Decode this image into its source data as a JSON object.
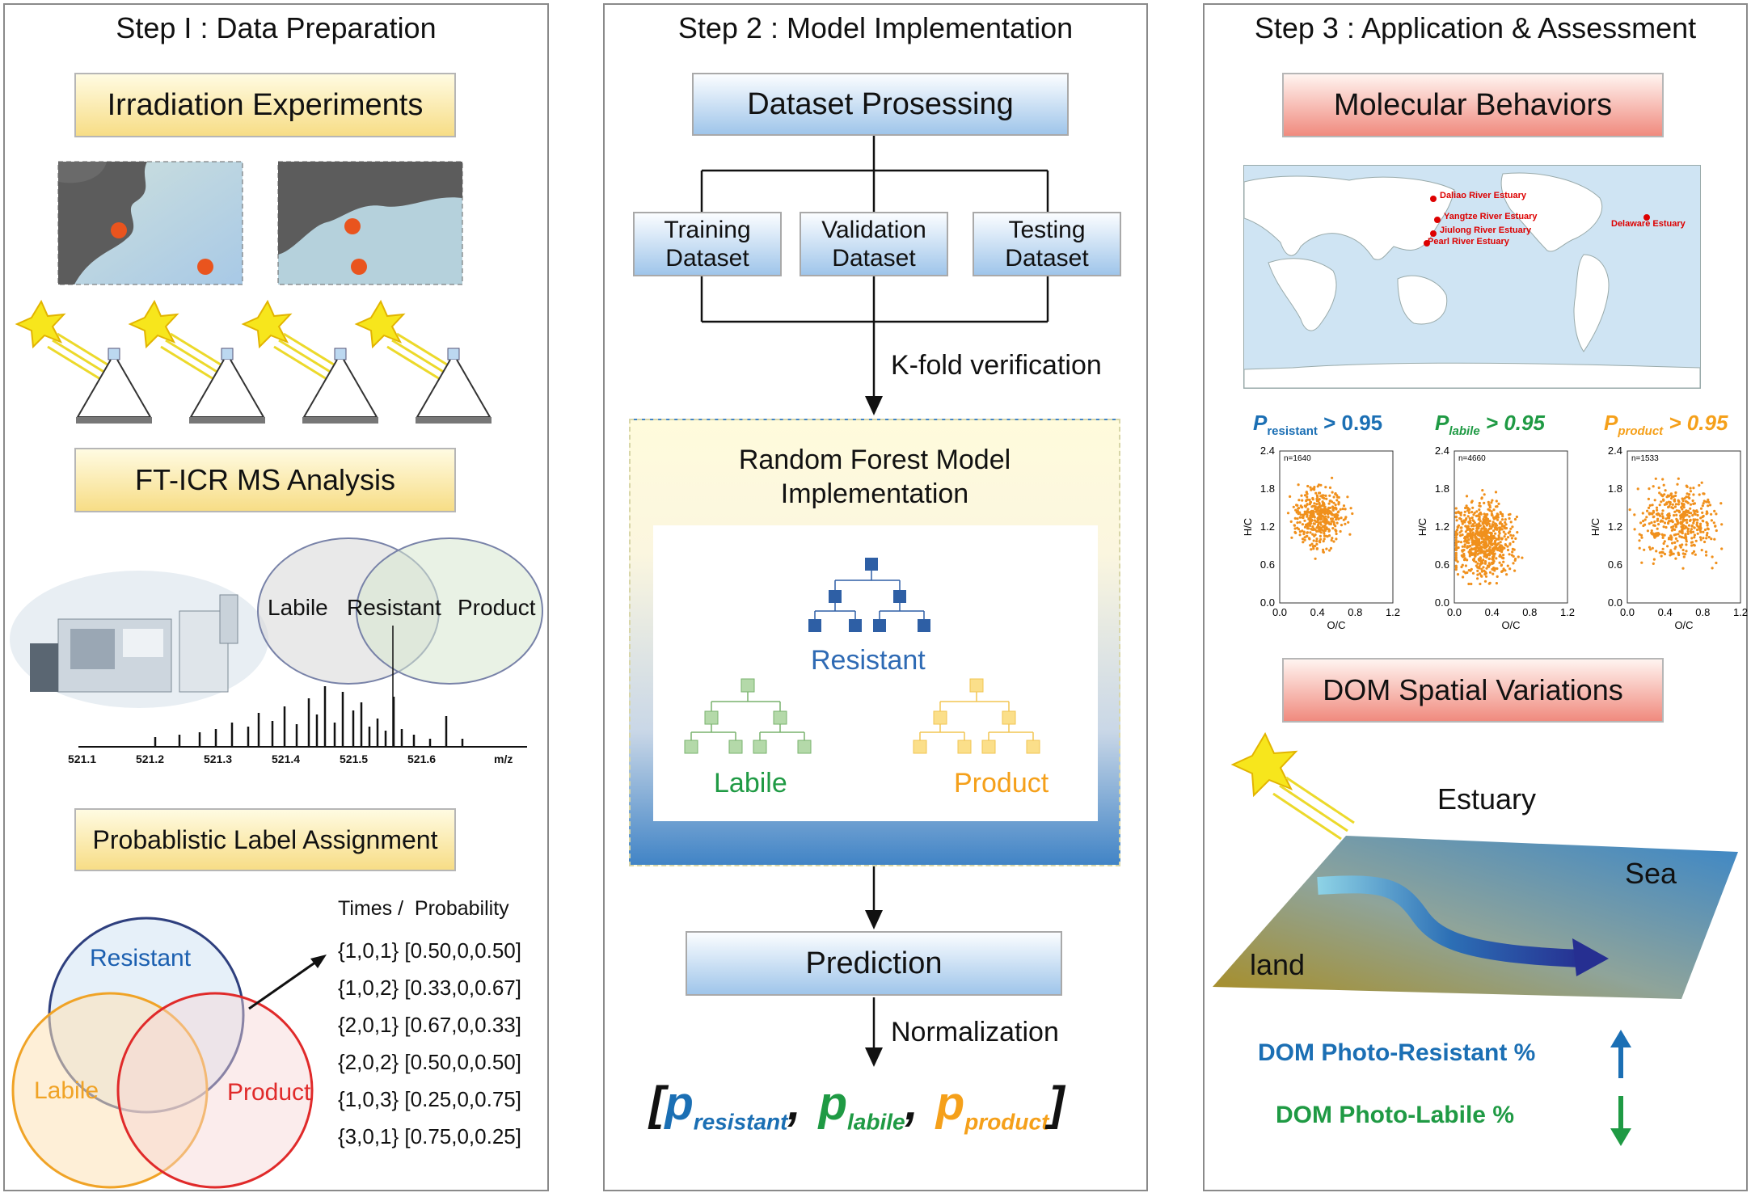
{
  "step1": {
    "title": "Step I : Data Preparation",
    "irradiation": "Irradiation Experiments",
    "fticr": "FT-ICR MS Analysis",
    "venn_top": {
      "labile": "Labile",
      "resistant": "Resistant",
      "product": "Product"
    },
    "spectrum_ticks": [
      "521.1",
      "521.2",
      "521.3",
      "521.4",
      "521.5",
      "521.6",
      "m/z"
    ],
    "label_assignment": "Probablistic Label Assignment",
    "venn_bottom": {
      "resistant": "Resistant",
      "labile": "Labile",
      "product": "Product"
    },
    "table_header": "Times /  Probability",
    "table_rows": [
      "{1,0,1} [0.50,0,0.50]",
      "{1,0,2} [0.33,0,0.67]",
      "{2,0,1} [0.67,0,0.33]",
      "{2,0,2} [0.50,0,0.50]",
      "{1,0,3} [0.25,0,0.75]",
      "{3,0,1} [0.75,0,0.25]"
    ]
  },
  "step2": {
    "title": "Step 2 : Model Implementation",
    "dataset_processing": "Dataset Prosessing",
    "training_1": "Training",
    "training_2": "Dataset",
    "validation_1": "Validation",
    "validation_2": "Dataset",
    "testing_1": "Testing",
    "testing_2": "Dataset",
    "kfold": "K-fold verification",
    "rf_1": "Random Forest Model",
    "rf_2": "Implementation",
    "tree_resistant": "Resistant",
    "tree_labile": "Labile",
    "tree_product": "Product",
    "prediction": "Prediction",
    "normalization": "Normalization",
    "output": {
      "open": "[",
      "p1": "p",
      "s1": "resistant",
      "p2": "p",
      "s2": "labile",
      "p3": "p",
      "s3": "product",
      "close": "]",
      "comma": ","
    }
  },
  "step3": {
    "title": "Step 3 : Application & Assessment",
    "molecular": "Molecular Behaviors",
    "map_labels": [
      "Daliao River Estuary",
      "Yangtze River Estuary",
      "Jiulong River Estuary",
      "Pearl River Estuary",
      "Delaware Estuary"
    ],
    "scatter": [
      {
        "p": "P",
        "sub": "resistant",
        "cond": " > 0.95",
        "n": "n=1640",
        "color": "#1b6fb4"
      },
      {
        "p": "P",
        "sub": "labile",
        "cond": " > 0.95",
        "n": "n=4660",
        "color": "#1f9a44"
      },
      {
        "p": "P",
        "sub": "product",
        "cond": " > 0.95",
        "n": "n=1533",
        "color": "#f5a01a"
      }
    ],
    "scatter_axes": {
      "ylabel": "H/C",
      "xlabel": "O/C",
      "yticks": [
        "2.4",
        "1.8",
        "1.2",
        "0.6",
        "0.0"
      ],
      "xticks": [
        "0.0",
        "0.4",
        "0.8",
        "1.2"
      ]
    },
    "dom_spatial": "DOM Spatial Variations",
    "estuary": "Estuary",
    "sea": "Sea",
    "land": "land",
    "photo_resistant": "DOM Photo-Resistant %",
    "photo_labile": "DOM Photo-Labile %"
  },
  "colors": {
    "resistant": "#1b6fb4",
    "labile": "#1f9a44",
    "product": "#f5a01a",
    "scatter": "#f0901c"
  }
}
